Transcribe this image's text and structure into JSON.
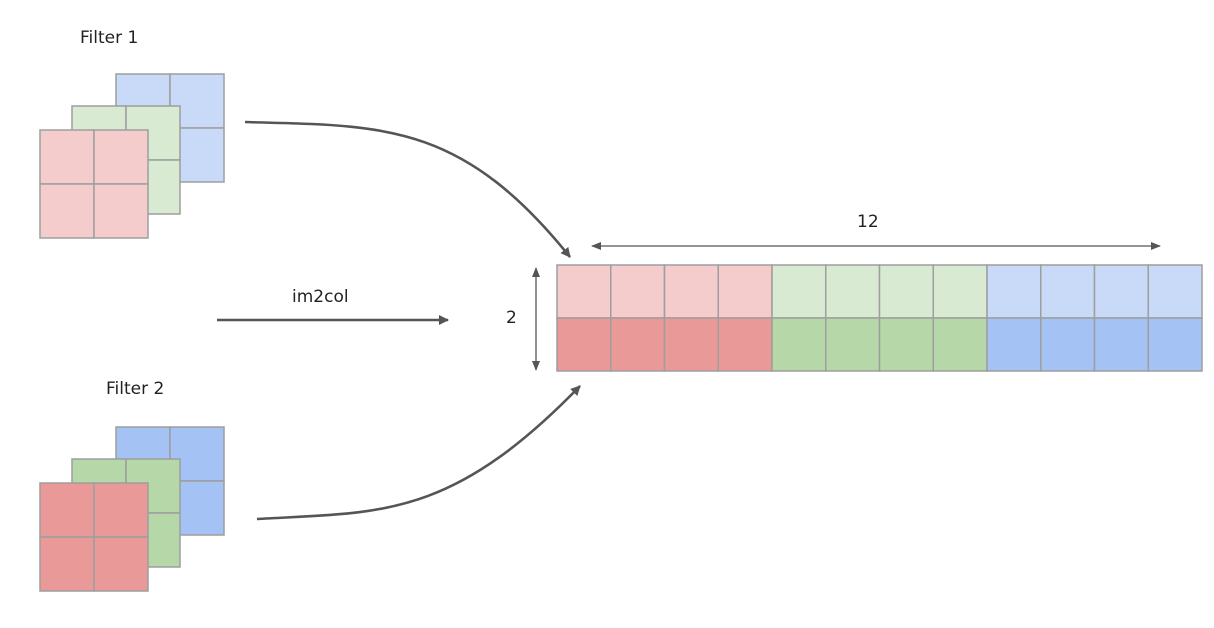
{
  "filter1": {
    "title": "Filter 1",
    "layers": [
      {
        "color": "#c9daf8"
      },
      {
        "color": "#d9ead3"
      },
      {
        "color": "#f4cccc"
      }
    ]
  },
  "filter2": {
    "title": "Filter 2",
    "layers": [
      {
        "color": "#a4c2f4"
      },
      {
        "color": "#b6d7a8"
      },
      {
        "color": "#ea9999"
      }
    ]
  },
  "operation_label": "im2col",
  "matrix": {
    "width_label": "12",
    "height_label": "2",
    "rows": [
      {
        "source": "Filter 1",
        "cell_colors": [
          "#f4cccc",
          "#f4cccc",
          "#f4cccc",
          "#f4cccc",
          "#d9ead3",
          "#d9ead3",
          "#d9ead3",
          "#d9ead3",
          "#c9daf8",
          "#c9daf8",
          "#c9daf8",
          "#c9daf8"
        ]
      },
      {
        "source": "Filter 2",
        "cell_colors": [
          "#ea9999",
          "#ea9999",
          "#ea9999",
          "#ea9999",
          "#b6d7a8",
          "#b6d7a8",
          "#b6d7a8",
          "#b6d7a8",
          "#a4c2f4",
          "#a4c2f4",
          "#a4c2f4",
          "#a4c2f4"
        ]
      }
    ]
  },
  "colors": {
    "grid_line": "#9e9e9e",
    "arrow": "#555555"
  }
}
